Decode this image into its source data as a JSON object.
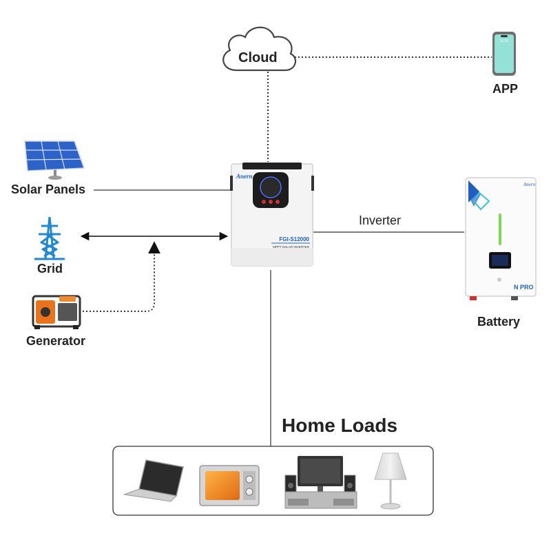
{
  "nodes": {
    "cloud": "Cloud",
    "app": "APP",
    "solar": "Solar Panels",
    "grid": "Grid",
    "generator": "Generator",
    "battery": "Battery",
    "inverter_link": "Inverter",
    "home_loads": "Home Loads"
  },
  "inverter_device": {
    "brand": "Anern",
    "model": "FGI-S12000",
    "subtitle": "MPPT SOLAR INVERTER"
  },
  "battery_device": {
    "brand": "Anern",
    "badge": "N PRO"
  },
  "phone_screen_time": "11:25",
  "colors": {
    "line": "#333333",
    "grid_tower": "#1e88d6",
    "generator": "#e8731c",
    "battery_bar": "#7ed957",
    "accent_blue": "#1f5fc4"
  },
  "icons": [
    "cloud-icon",
    "phone-icon",
    "solar-panel-icon",
    "grid-tower-icon",
    "generator-icon",
    "inverter-icon",
    "battery-icon",
    "laptop-icon",
    "microwave-icon",
    "tv-icon",
    "lamp-icon"
  ]
}
